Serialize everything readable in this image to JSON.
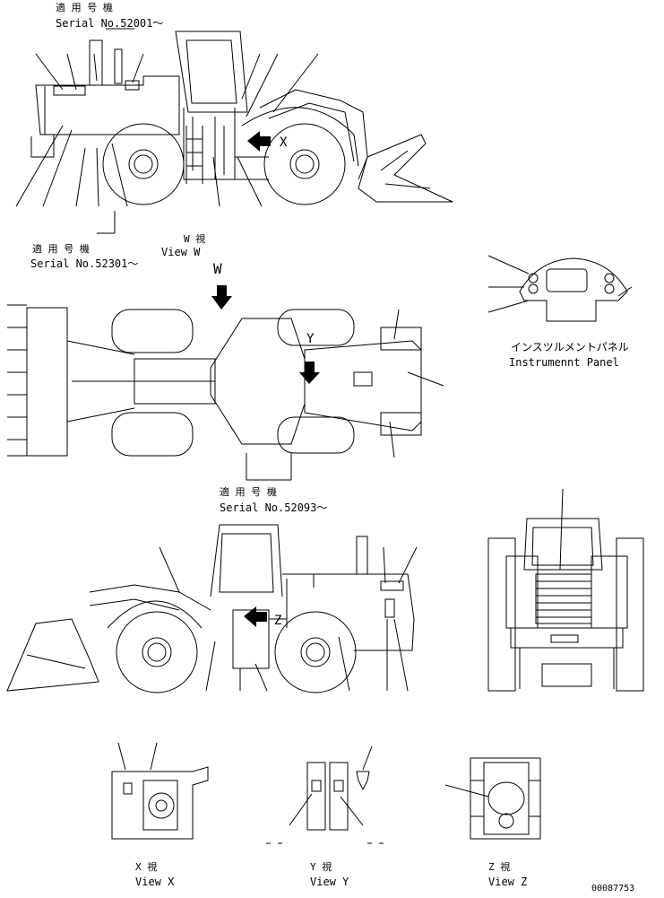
{
  "labels": {
    "serial_top_jp": "適 用 号 機",
    "serial_top": "Serial No.52001～",
    "serial_mid_jp": "適 用 号 機",
    "serial_mid": "Serial No.52301～",
    "serial_bottom_jp": "適 用 号 機",
    "serial_bottom": "Serial No.52093～",
    "view_w_jp": "W  視",
    "view_w": "View W",
    "view_w_marker": "W",
    "marker_x": "X",
    "marker_y": "Y",
    "marker_z": "Z",
    "instrument_panel_jp": "インスツルメントパネル",
    "instrument_panel": "Instrumennt Panel",
    "view_x_jp": "X  視",
    "view_x": "View X",
    "view_y_jp": "Y  視",
    "view_y": "View Y",
    "view_z_jp": "Z  視",
    "view_z": "View Z",
    "drawing_number": "00087753"
  }
}
